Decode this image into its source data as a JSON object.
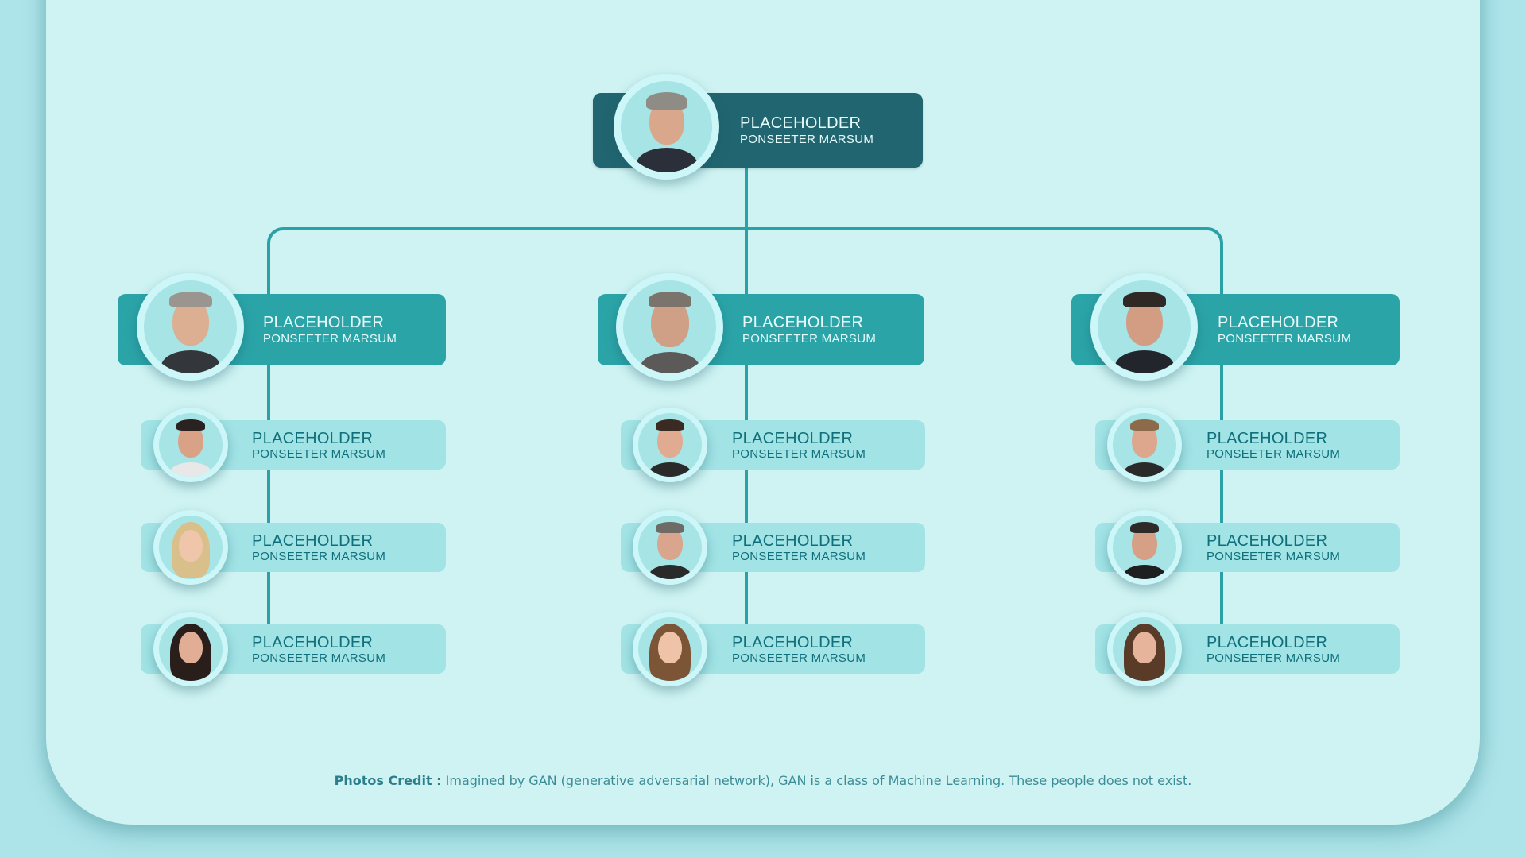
{
  "colors": {
    "outer_bg": "#ade4e9",
    "panel_bg": "#cff3f3",
    "top_card": "#216570",
    "mid_card": "#2ba4a8",
    "small_card": "#a2e4e6",
    "connector": "#2aa1a6",
    "small_text": "#0f6f7a"
  },
  "chart_data": {
    "type": "org-chart",
    "root": {
      "title": "PLACEHOLDER",
      "subtitle": "PONSEETER MARSUM"
    },
    "branches": [
      {
        "head": {
          "title": "PLACEHOLDER",
          "subtitle": "PONSEETER MARSUM"
        },
        "members": [
          {
            "title": "PLACEHOLDER",
            "subtitle": "PONSEETER MARSUM"
          },
          {
            "title": "PLACEHOLDER",
            "subtitle": "PONSEETER MARSUM"
          },
          {
            "title": "PLACEHOLDER",
            "subtitle": "PONSEETER MARSUM"
          }
        ]
      },
      {
        "head": {
          "title": "PLACEHOLDER",
          "subtitle": "PONSEETER MARSUM"
        },
        "members": [
          {
            "title": "PLACEHOLDER",
            "subtitle": "PONSEETER MARSUM"
          },
          {
            "title": "PLACEHOLDER",
            "subtitle": "PONSEETER MARSUM"
          },
          {
            "title": "PLACEHOLDER",
            "subtitle": "PONSEETER MARSUM"
          }
        ]
      },
      {
        "head": {
          "title": "PLACEHOLDER",
          "subtitle": "PONSEETER MARSUM"
        },
        "members": [
          {
            "title": "PLACEHOLDER",
            "subtitle": "PONSEETER MARSUM"
          },
          {
            "title": "PLACEHOLDER",
            "subtitle": "PONSEETER MARSUM"
          },
          {
            "title": "PLACEHOLDER",
            "subtitle": "PONSEETER MARSUM"
          }
        ]
      }
    ]
  },
  "root": {
    "title": "PLACEHOLDER",
    "subtitle": "PONSEETER MARSUM",
    "photo": "man-gray-hair-suit"
  },
  "columns": [
    {
      "head": {
        "title": "PLACEHOLDER",
        "subtitle": "PONSEETER MARSUM",
        "photo": "man-glasses-gray-hair"
      },
      "members": [
        {
          "title": "PLACEHOLDER",
          "subtitle": "PONSEETER MARSUM",
          "photo": "man-dark-hair-smiling"
        },
        {
          "title": "PLACEHOLDER",
          "subtitle": "PONSEETER MARSUM",
          "photo": "woman-blonde"
        },
        {
          "title": "PLACEHOLDER",
          "subtitle": "PONSEETER MARSUM",
          "photo": "woman-dark-hair-glasses"
        }
      ]
    },
    {
      "head": {
        "title": "PLACEHOLDER",
        "subtitle": "PONSEETER MARSUM",
        "photo": "man-beard-glasses"
      },
      "members": [
        {
          "title": "PLACEHOLDER",
          "subtitle": "PONSEETER MARSUM",
          "photo": "man-brown-hair-smiling"
        },
        {
          "title": "PLACEHOLDER",
          "subtitle": "PONSEETER MARSUM",
          "photo": "man-gray-hair-smiling"
        },
        {
          "title": "PLACEHOLDER",
          "subtitle": "PONSEETER MARSUM",
          "photo": "woman-brown-hair-glasses"
        }
      ]
    },
    {
      "head": {
        "title": "PLACEHOLDER",
        "subtitle": "PONSEETER MARSUM",
        "photo": "man-dark-hair"
      },
      "members": [
        {
          "title": "PLACEHOLDER",
          "subtitle": "PONSEETER MARSUM",
          "photo": "man-light-brown-hair"
        },
        {
          "title": "PLACEHOLDER",
          "subtitle": "PONSEETER MARSUM",
          "photo": "man-dark-short-hair"
        },
        {
          "title": "PLACEHOLDER",
          "subtitle": "PONSEETER MARSUM",
          "photo": "woman-brown-hair"
        }
      ]
    }
  ],
  "footer": {
    "label": "Photos Credit :",
    "text": " Imagined by GAN (generative adversarial network), GAN is a class of Machine Learning. These people does not exist."
  }
}
